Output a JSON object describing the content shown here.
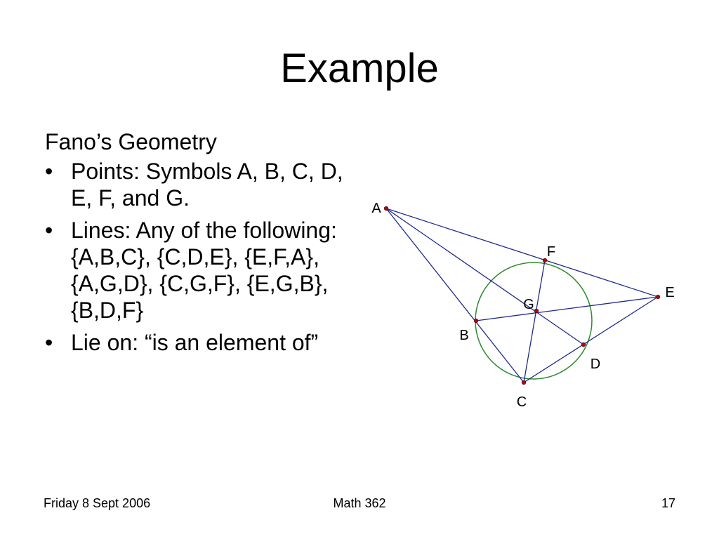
{
  "slide": {
    "title": "Example",
    "heading": "Fano’s Geometry",
    "bullets": [
      {
        "text": "Points: Symbols A, B, C, D, E, F, and G."
      },
      {
        "text": "Lines:  Any of the following: {A,B,C}, {C,D,E}, {E,F,A}, {A,G,D}, {C,G,F}, {E,G,B}, {B,D,F}"
      },
      {
        "text": "Lie on:  “is an element of”"
      }
    ],
    "bullet_symbol": "•"
  },
  "diagram": {
    "points": [
      "A",
      "B",
      "C",
      "D",
      "E",
      "F",
      "G"
    ],
    "lines": [
      [
        "A",
        "B",
        "C"
      ],
      [
        "C",
        "D",
        "E"
      ],
      [
        "E",
        "F",
        "A"
      ],
      [
        "A",
        "G",
        "D"
      ],
      [
        "C",
        "G",
        "F"
      ],
      [
        "E",
        "G",
        "B"
      ],
      [
        "B",
        "D",
        "F"
      ]
    ],
    "colors": {
      "line": "#1f2a8c",
      "circle": "#2e8b2e",
      "point": "#c00000"
    }
  },
  "footer": {
    "date": "Friday 8 Sept 2006",
    "course": "Math 362",
    "page": "17"
  }
}
